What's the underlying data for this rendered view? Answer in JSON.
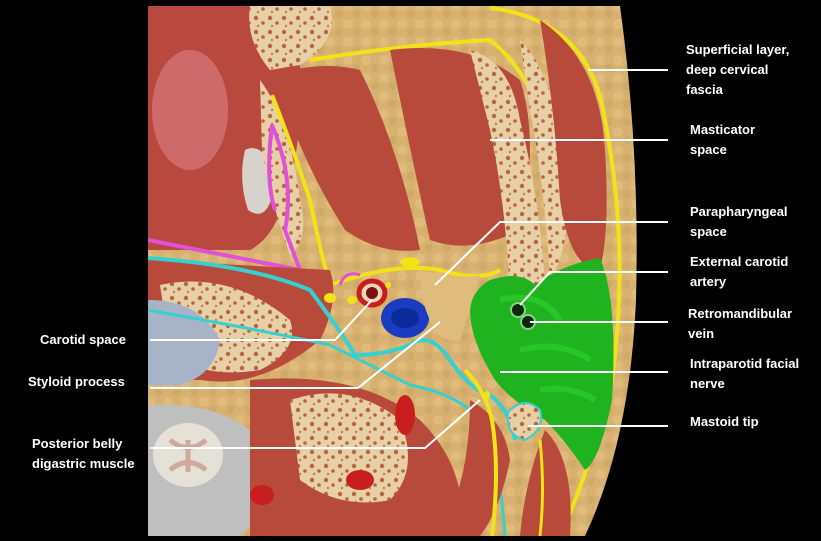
{
  "labels": {
    "superficial_layer": [
      "Superficial layer,",
      "deep cervical",
      "fascia"
    ],
    "masticator": [
      "Masticator",
      "space"
    ],
    "parapharyngeal": [
      "Parapharyngeal",
      "space"
    ],
    "external_carotid": [
      "External carotid",
      "artery"
    ],
    "retromandibular": [
      "Retromandibular",
      "vein"
    ],
    "facial_nerve": [
      "Intraparotid facial",
      "nerve"
    ],
    "mastoid": [
      "Mastoid tip"
    ],
    "carotid_space": [
      "Carotid space"
    ],
    "styloid": [
      "Styloid process"
    ],
    "digastric": [
      "Posterior belly",
      "digastric muscle"
    ]
  },
  "colors": {
    "background": "#000000",
    "fascia_superficial": "#f2e218",
    "fascia_carotid": "#35d0d0",
    "fascia_pharyngeal": "#e050d8",
    "parotid": "#1fb31f",
    "muscle": "#b84a3c",
    "fat": "#d8b170",
    "bone": "#e9d3b0",
    "vein": "#1a3cc0",
    "artery": "#c81e1e"
  }
}
